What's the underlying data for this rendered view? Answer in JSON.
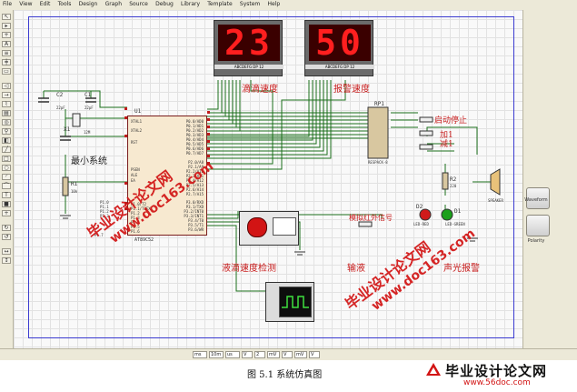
{
  "menu": [
    "File",
    "View",
    "Edit",
    "Tools",
    "Design",
    "Graph",
    "Source",
    "Debug",
    "Library",
    "Template",
    "System",
    "Help"
  ],
  "displays": {
    "left_value": "23",
    "right_value": "50",
    "pin_labels": "ABCDEFG DP    12"
  },
  "chip": {
    "ref": "U1",
    "part": "AT89C52",
    "left_pins": [
      "XTAL1",
      "XTAL2",
      "RST",
      "PSEN",
      "ALE",
      "EA",
      "P1.0/T2",
      "P1.1/T2EX",
      "P1.2",
      "P1.3",
      "P1.4",
      "P1.5",
      "P1.6",
      "P1.7"
    ],
    "right_pins_top": [
      "P0.0/AD0",
      "P0.1/AD1",
      "P0.2/AD2",
      "P0.3/AD3",
      "P0.4/AD4",
      "P0.5/AD5",
      "P0.6/AD6",
      "P0.7/AD7"
    ],
    "right_pins_mid": [
      "P2.0/A8",
      "P2.1/A9",
      "P2.2/A10",
      "P2.3/A11",
      "P2.4/A12",
      "P2.5/A13",
      "P2.6/A14",
      "P2.7/A15"
    ],
    "right_pins_bot": [
      "P3.0/RXD",
      "P3.1/TXD",
      "P3.2/INT0",
      "P3.3/INT1",
      "P3.4/T0",
      "P3.5/T1",
      "P3.6/WR",
      "P3.7/RD"
    ]
  },
  "components": {
    "c2": "C2",
    "c2_val": "22pF",
    "c1": "C1",
    "c1_val": "22pF",
    "x1": "X1",
    "x1_val": "12M",
    "r1": "R1",
    "r1_val": "10k",
    "rp1": "RP1",
    "rp1_val": "RESPACK-8",
    "r2": "R2",
    "r2_val": "220",
    "d2": "D2",
    "d2_val": "LED-RED",
    "d1": "D1",
    "d1_val": "LED-GREEN",
    "spk": "SPEAKER",
    "pins": [
      "P1.0",
      "P1.1",
      "P1.2",
      "P1.3",
      "P1.7"
    ]
  },
  "labels": {
    "drip_speed": "滴滴速度",
    "alarm_speed": "报警速度",
    "start_stop": "启动停止",
    "plus1": "加1",
    "minus1": "减1",
    "min_system": "最小系统",
    "simulate_ir": "模拟红外信号",
    "drip_detect": "液滴速度检测",
    "ir_detect": "输液",
    "sound_light_alarm": "声光报警"
  },
  "side_panel": {
    "waveform": "Waveform",
    "polarity": "Polarity"
  },
  "status": [
    "ms",
    "10m",
    "us",
    "V",
    "2",
    "mV",
    "V",
    "mV",
    "V"
  ],
  "watermarks": {
    "mark1": "毕业设计论文网",
    "mark2": "www.doc163.com",
    "url": "www.56doc.com"
  },
  "caption": "图 5.1   系统仿真图",
  "brand": {
    "name": "毕业设计论文网",
    "url": "www.56doc.com"
  }
}
